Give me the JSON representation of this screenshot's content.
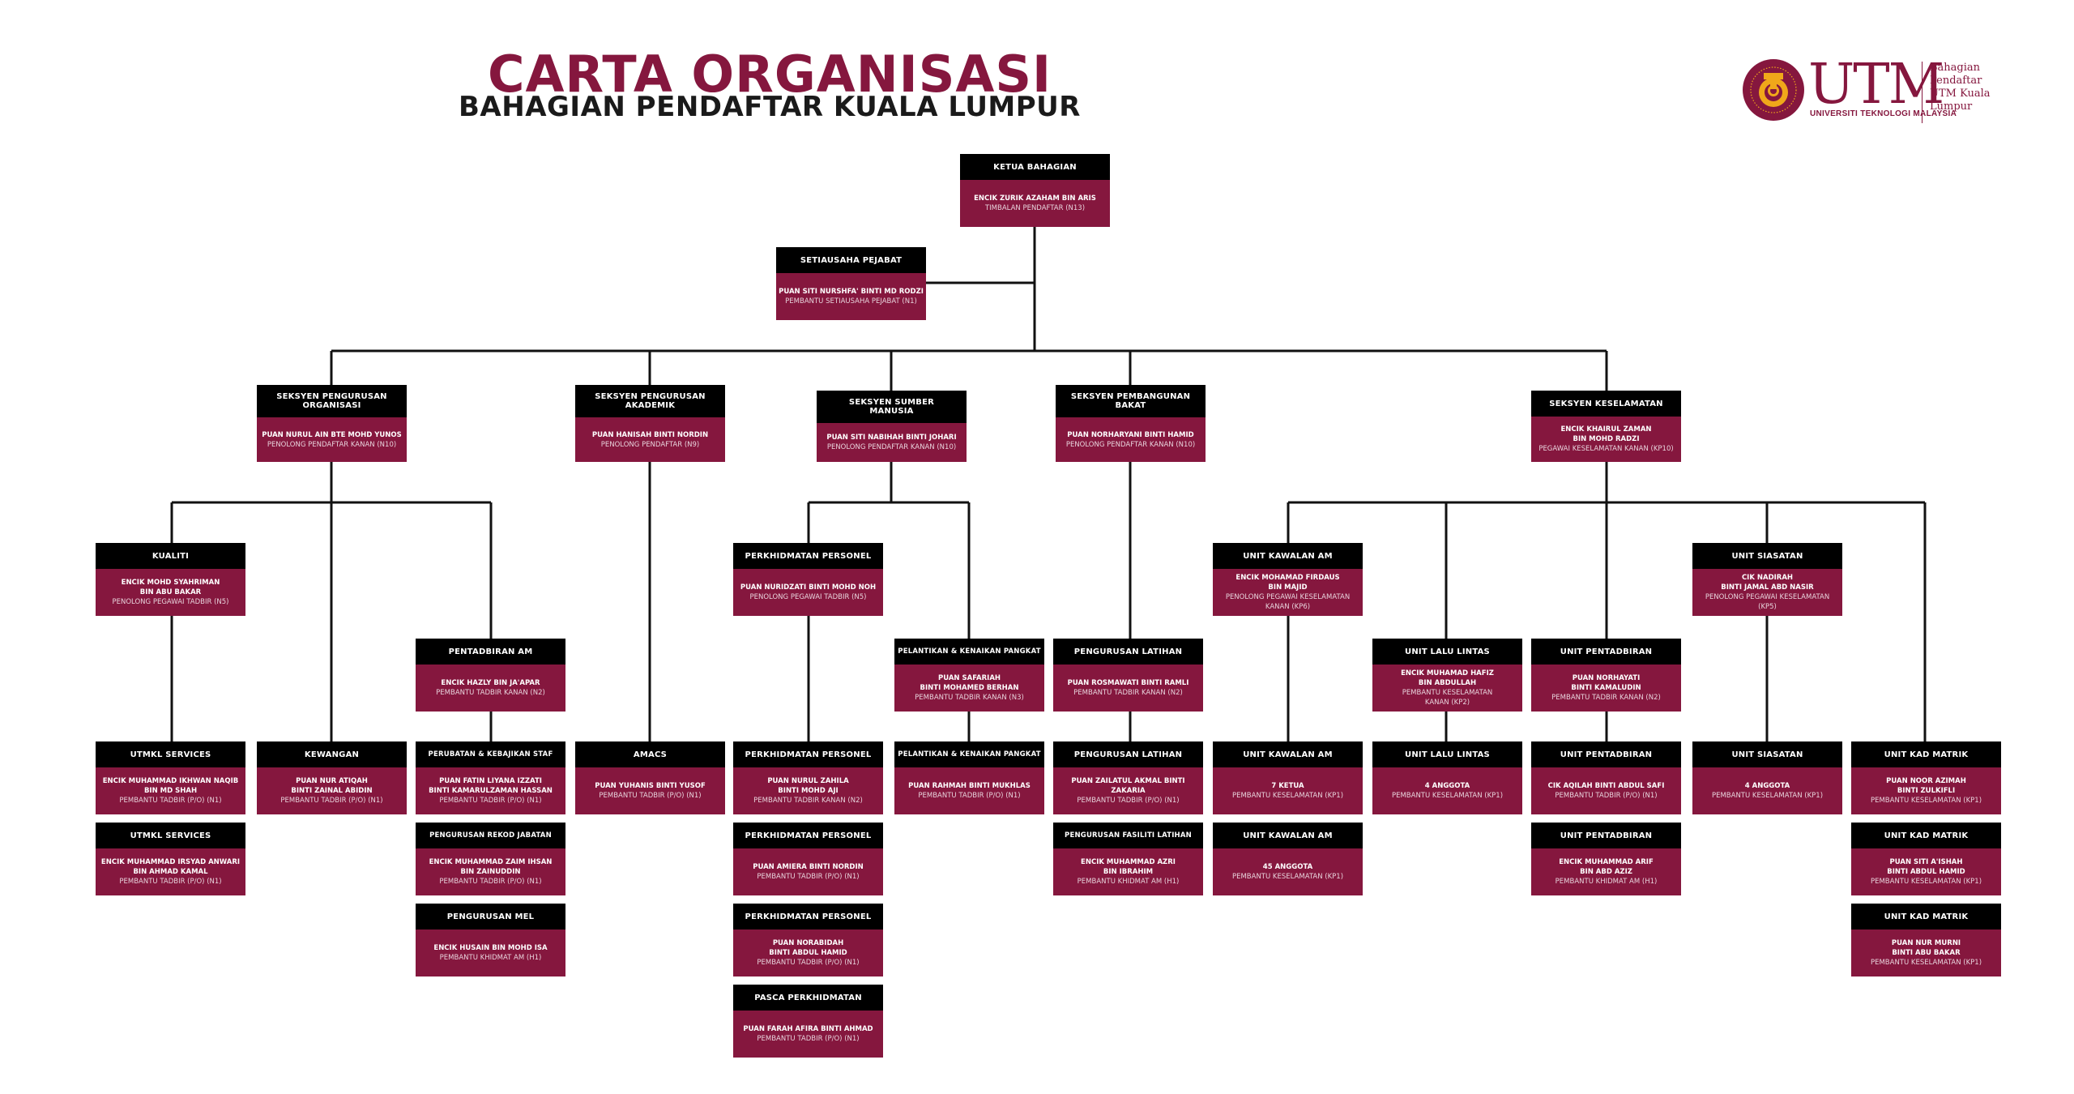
{
  "header": {
    "title": "CARTA ORGANISASI",
    "subtitle": "BAHAGIAN PENDAFTAR KUALA LUMPUR"
  },
  "logo": {
    "brand": "UTM",
    "university": "UNIVERSITI TEKNOLOGI MALAYSIA",
    "unit_line1": "Bahagian Pendaftar",
    "unit_line2": "UTM Kuala Lumpur"
  },
  "colors": {
    "primary": "#85173e",
    "header_bg": "#000000",
    "line": "#111111",
    "logo_gold": "#f0a81a"
  },
  "nodes": {
    "ketua": {
      "title": "KETUA BAHAGIAN",
      "name": "ENCIK ZURIK AZAHAM BIN ARIS",
      "role": "TIMBALAN PENDAFTAR (N13)"
    },
    "setiausaha": {
      "title": "SETIAUSAHA PEJABAT",
      "name": "PUAN SITI NURSHFA' BINTI MD RODZI",
      "role": "PEMBANTU SETIAUSAHA PEJABAT (N1)"
    },
    "organisasi": {
      "title": "SEKSYEN PENGURUSAN\nORGANISASI",
      "name": "PUAN NURUL AIN BTE MOHD YUNOS",
      "role": "PENOLONG PENDAFTAR KANAN (N10)"
    },
    "akademik": {
      "title": "SEKSYEN PENGURUSAN\nAKADEMIK",
      "name": "PUAN HANISAH BINTI NORDIN",
      "role": "PENOLONG PENDAFTAR (N9)"
    },
    "sumber_manusia": {
      "title": "SEKSYEN SUMBER\nMANUSIA",
      "name": "PUAN SITI NABIHAH BINTI JOHARI",
      "role": "PENOLONG PENDAFTAR KANAN (N10)"
    },
    "pembangunan_bakat": {
      "title": "SEKSYEN PEMBANGUNAN\nBAKAT",
      "name": "PUAN NORHARYANI BINTI HAMID",
      "role": "PENOLONG PENDAFTAR KANAN (N10)"
    },
    "keselamatan": {
      "title": "SEKSYEN KESELAMATAN",
      "name": "ENCIK KHAIRUL ZAMAN\nBIN MOHD RADZI",
      "role": "PEGAWAI KESELAMATAN KANAN (KP10)"
    },
    "kualiti": {
      "title": "KUALITI",
      "name": "ENCIK MOHD SYAHRIMAN\nBIN ABU BAKAR",
      "role": "PENOLONG PEGAWAI TADBIR (N5)"
    },
    "pentadbiran_am": {
      "title": "PENTADBIRAN AM",
      "name": "ENCIK HAZLY BIN JA'APAR",
      "role": "PEMBANTU TADBIR KANAN (N2)"
    },
    "perkhidmatan_personel_head": {
      "title": "PERKHIDMATAN PERSONEL",
      "name": "PUAN NURIDZATI BINTI MOHD NOH",
      "role": "PENOLONG PEGAWAI TADBIR (N5)"
    },
    "pelantikan_head": {
      "title": "PELANTIKAN & KENAIKAN PANGKAT",
      "name": "PUAN SAFARIAH\nBINTI MOHAMED BERHAN",
      "role": "PEMBANTU TADBIR KANAN (N3)"
    },
    "pengurusan_latihan_head": {
      "title": "PENGURUSAN LATIHAN",
      "name": "PUAN ROSMAWATI BINTI RAMLI",
      "role": "PEMBANTU TADBIR KANAN (N2)"
    },
    "kawalan_am_head": {
      "title": "UNIT KAWALAN AM",
      "name": "ENCIK MOHAMAD FIRDAUS\nBIN MAJID",
      "role": "PENOLONG PEGAWAI KESELAMATAN\nKANAN (KP6)"
    },
    "lalu_lintas_head": {
      "title": "UNIT LALU LINTAS",
      "name": "ENCIK MUHAMAD HAFIZ\nBIN ABDULLAH",
      "role": "PEMBANTU KESELAMATAN\nKANAN (KP2)"
    },
    "pentadbiran_unit_head": {
      "title": "UNIT PENTADBIRAN",
      "name": "PUAN NORHAYATI\nBINTI KAMALUDIN",
      "role": "PEMBANTU TADBIR KANAN (N2)"
    },
    "siasatan_head": {
      "title": "UNIT SIASATAN",
      "name": "CIK NADIRAH\nBINTI JAMAL ABD NASIR",
      "role": "PENOLONG PEGAWAI KESELAMATAN\n(KP5)"
    },
    "utmkl_services_1": {
      "title": "UTMKL SERVICES",
      "name": "ENCIK MUHAMMAD IKHWAN NAQIB\nBIN MD SHAH",
      "role": "PEMBANTU TADBIR (P/O) (N1)"
    },
    "utmkl_services_2": {
      "title": "UTMKL SERVICES",
      "name": "ENCIK MUHAMMAD IRSYAD ANWARI\nBIN AHMAD KAMAL",
      "role": "PEMBANTU TADBIR (P/O) (N1)"
    },
    "kewangan": {
      "title": "KEWANGAN",
      "name": "PUAN NUR ATIQAH\nBINTI ZAINAL ABIDIN",
      "role": "PEMBANTU TADBIR (P/O) (N1)"
    },
    "perubatan": {
      "title": "PERUBATAN & KEBAJIKAN STAF",
      "name": "PUAN FATIN LIYANA IZZATI\nBINTI KAMARULZAMAN HASSAN",
      "role": "PEMBANTU TADBIR (P/O) (N1)"
    },
    "rekod_jabatan": {
      "title": "PENGURUSAN REKOD JABATAN",
      "name": "ENCIK MUHAMMAD ZAIM IHSAN\nBIN ZAINUDDIN",
      "role": "PEMBANTU TADBIR (P/O) (N1)"
    },
    "mel": {
      "title": "PENGURUSAN MEL",
      "name": "ENCIK HUSAIN BIN MOHD ISA",
      "role": "PEMBANTU KHIDMAT AM (H1)"
    },
    "amacs": {
      "title": "AMACS",
      "name": "PUAN YUHANIS BINTI YUSOF",
      "role": "PEMBANTU TADBIR (P/O) (N1)"
    },
    "personel_1": {
      "title": "PERKHIDMATAN PERSONEL",
      "name": "PUAN NURUL ZAHILA\nBINTI MOHD AJI",
      "role": "PEMBANTU TADBIR KANAN (N2)"
    },
    "personel_2": {
      "title": "PERKHIDMATAN PERSONEL",
      "name": "PUAN AMIERA BINTI NORDIN",
      "role": "PEMBANTU TADBIR (P/O) (N1)"
    },
    "personel_3": {
      "title": "PERKHIDMATAN PERSONEL",
      "name": "PUAN NORABIDAH\nBINTI ABDUL HAMID",
      "role": "PEMBANTU TADBIR (P/O) (N1)"
    },
    "pasca": {
      "title": "PASCA PERKHIDMATAN",
      "name": "PUAN FARAH AFIRA BINTI AHMAD",
      "role": "PEMBANTU TADBIR (P/O) (N1)"
    },
    "pelantikan_1": {
      "title": "PELANTIKAN & KENAIKAN PANGKAT",
      "name": "PUAN RAHMAH BINTI MUKHLAS",
      "role": "PEMBANTU TADBIR (P/O) (N1)"
    },
    "latihan_1": {
      "title": "PENGURUSAN LATIHAN",
      "name": "PUAN ZAILATUL AKMAL BINTI ZAKARIA",
      "role": "PEMBANTU TADBIR (P/O) (N1)"
    },
    "fasiliti_latihan": {
      "title": "PENGURUSAN FASILITI LATIHAN",
      "name": "ENCIK MUHAMMAD AZRI\nBIN IBRAHIM",
      "role": "PEMBANTU KHIDMAT AM (H1)"
    },
    "kawalan_am_1": {
      "title": "UNIT KAWALAN AM",
      "name": "7 KETUA",
      "role": "PEMBANTU KESELAMATAN (KP1)"
    },
    "kawalan_am_2": {
      "title": "UNIT KAWALAN AM",
      "name": "45 ANGGOTA",
      "role": "PEMBANTU KESELAMATAN (KP1)"
    },
    "lalu_lintas_1": {
      "title": "UNIT LALU LINTAS",
      "name": "4 ANGGOTA",
      "role": "PEMBANTU KESELAMATAN (KP1)"
    },
    "pentadbiran_unit_1": {
      "title": "UNIT PENTADBIRAN",
      "name": "CIK AQILAH BINTI ABDUL SAFI",
      "role": "PEMBANTU TADBIR (P/O) (N1)"
    },
    "pentadbiran_unit_2": {
      "title": "UNIT PENTADBIRAN",
      "name": "ENCIK MUHAMMAD ARIF\nBIN ABD AZIZ",
      "role": "PEMBANTU KHIDMAT AM (H1)"
    },
    "siasatan_1": {
      "title": "UNIT SIASATAN",
      "name": "4 ANGGOTA",
      "role": "PEMBANTU KESELAMATAN (KP1)"
    },
    "kad_matrik_1": {
      "title": "UNIT KAD MATRIK",
      "name": "PUAN NOOR AZIMAH\nBINTI ZULKIFLI",
      "role": "PEMBANTU KESELAMATAN (KP1)"
    },
    "kad_matrik_2": {
      "title": "UNIT KAD MATRIK",
      "name": "PUAN SITI A'ISHAH\nBINTI ABDUL HAMID",
      "role": "PEMBANTU KESELAMATAN (KP1)"
    },
    "kad_matrik_3": {
      "title": "UNIT KAD MATRIK",
      "name": "PUAN NUR MURNI\nBINTI ABU BAKAR",
      "role": "PEMBANTU KESELAMATAN (KP1)"
    }
  }
}
